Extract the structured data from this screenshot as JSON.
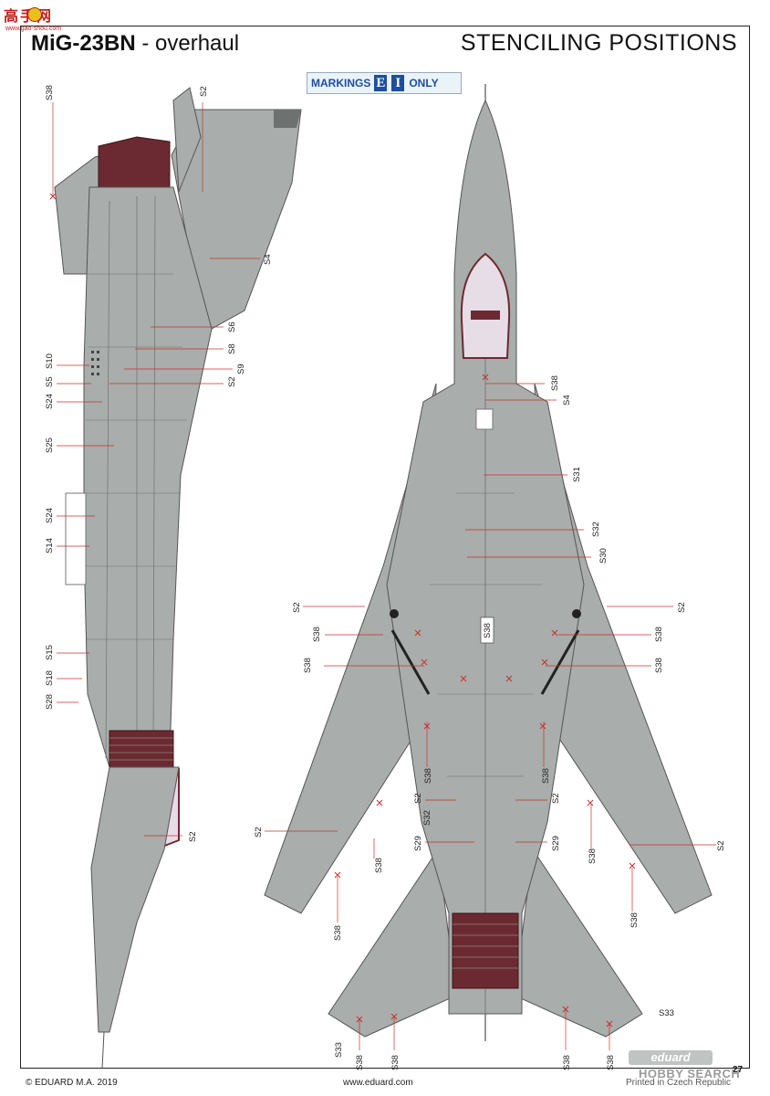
{
  "watermark": {
    "text": "高手网",
    "url": "www.gao-shou.com"
  },
  "header": {
    "model": "MiG-23BN",
    "subtitle": " - overhaul",
    "section_title": "STENCILING POSITIONS"
  },
  "markings_badge": {
    "prefix": "MARKINGS",
    "letters": [
      "E",
      "I"
    ],
    "suffix": "ONLY"
  },
  "colors": {
    "airframe_gray": "#a9adab",
    "panel_line": "#6d716f",
    "exhaust_maroon": "#6b2a31",
    "leader_line": "#c8322f",
    "badge_blue": "#1d4ea0"
  },
  "side_view_labels": {
    "s38_top": "S38",
    "s2_top": "S2",
    "s4": "S4",
    "s6": "S6",
    "s8": "S8",
    "s9": "S9",
    "s10": "S10",
    "s5": "S5",
    "s2_mid": "S2",
    "s24_a": "S24",
    "s25": "S25",
    "s24_b": "S24",
    "s14": "S14",
    "s15": "S15",
    "s18": "S18",
    "s28": "S28",
    "s2_low": "S2"
  },
  "plan_view_labels": {
    "s38_nose": "S38",
    "s4": "S4",
    "s31": "S31",
    "s32_a": "S32",
    "s30": "S30",
    "s2_left": "S2",
    "s2_right": "S2",
    "s38_center": "S38",
    "s38_l1": "S38",
    "s38_l2": "S38",
    "s38_r1": "S38",
    "s38_r2": "S38",
    "s38_l3": "S38",
    "s38_r3": "S38",
    "s2_cl": "S2",
    "s32_b": "S32",
    "s2_cr": "S2",
    "s29_l": "S29",
    "s29_r": "S29",
    "s2_wl": "S2",
    "s2_wr": "S2",
    "s38_l4": "S38",
    "s38_r4": "S38",
    "s38_l5": "S38",
    "s38_r5": "S38",
    "s33_r": "S33",
    "s33_l": "S33",
    "s38_b1": "S38",
    "s38_b2": "S38",
    "s38_b3": "S38",
    "s38_b4": "S38"
  },
  "footer": {
    "copyright": "© EDUARD M.A. 2019",
    "website": "www.eduard.com",
    "printed": "Printed in Czech Republic",
    "page_number": "27",
    "logo_text": "eduard",
    "hobby_watermark": "HOBBY SEARCH"
  }
}
